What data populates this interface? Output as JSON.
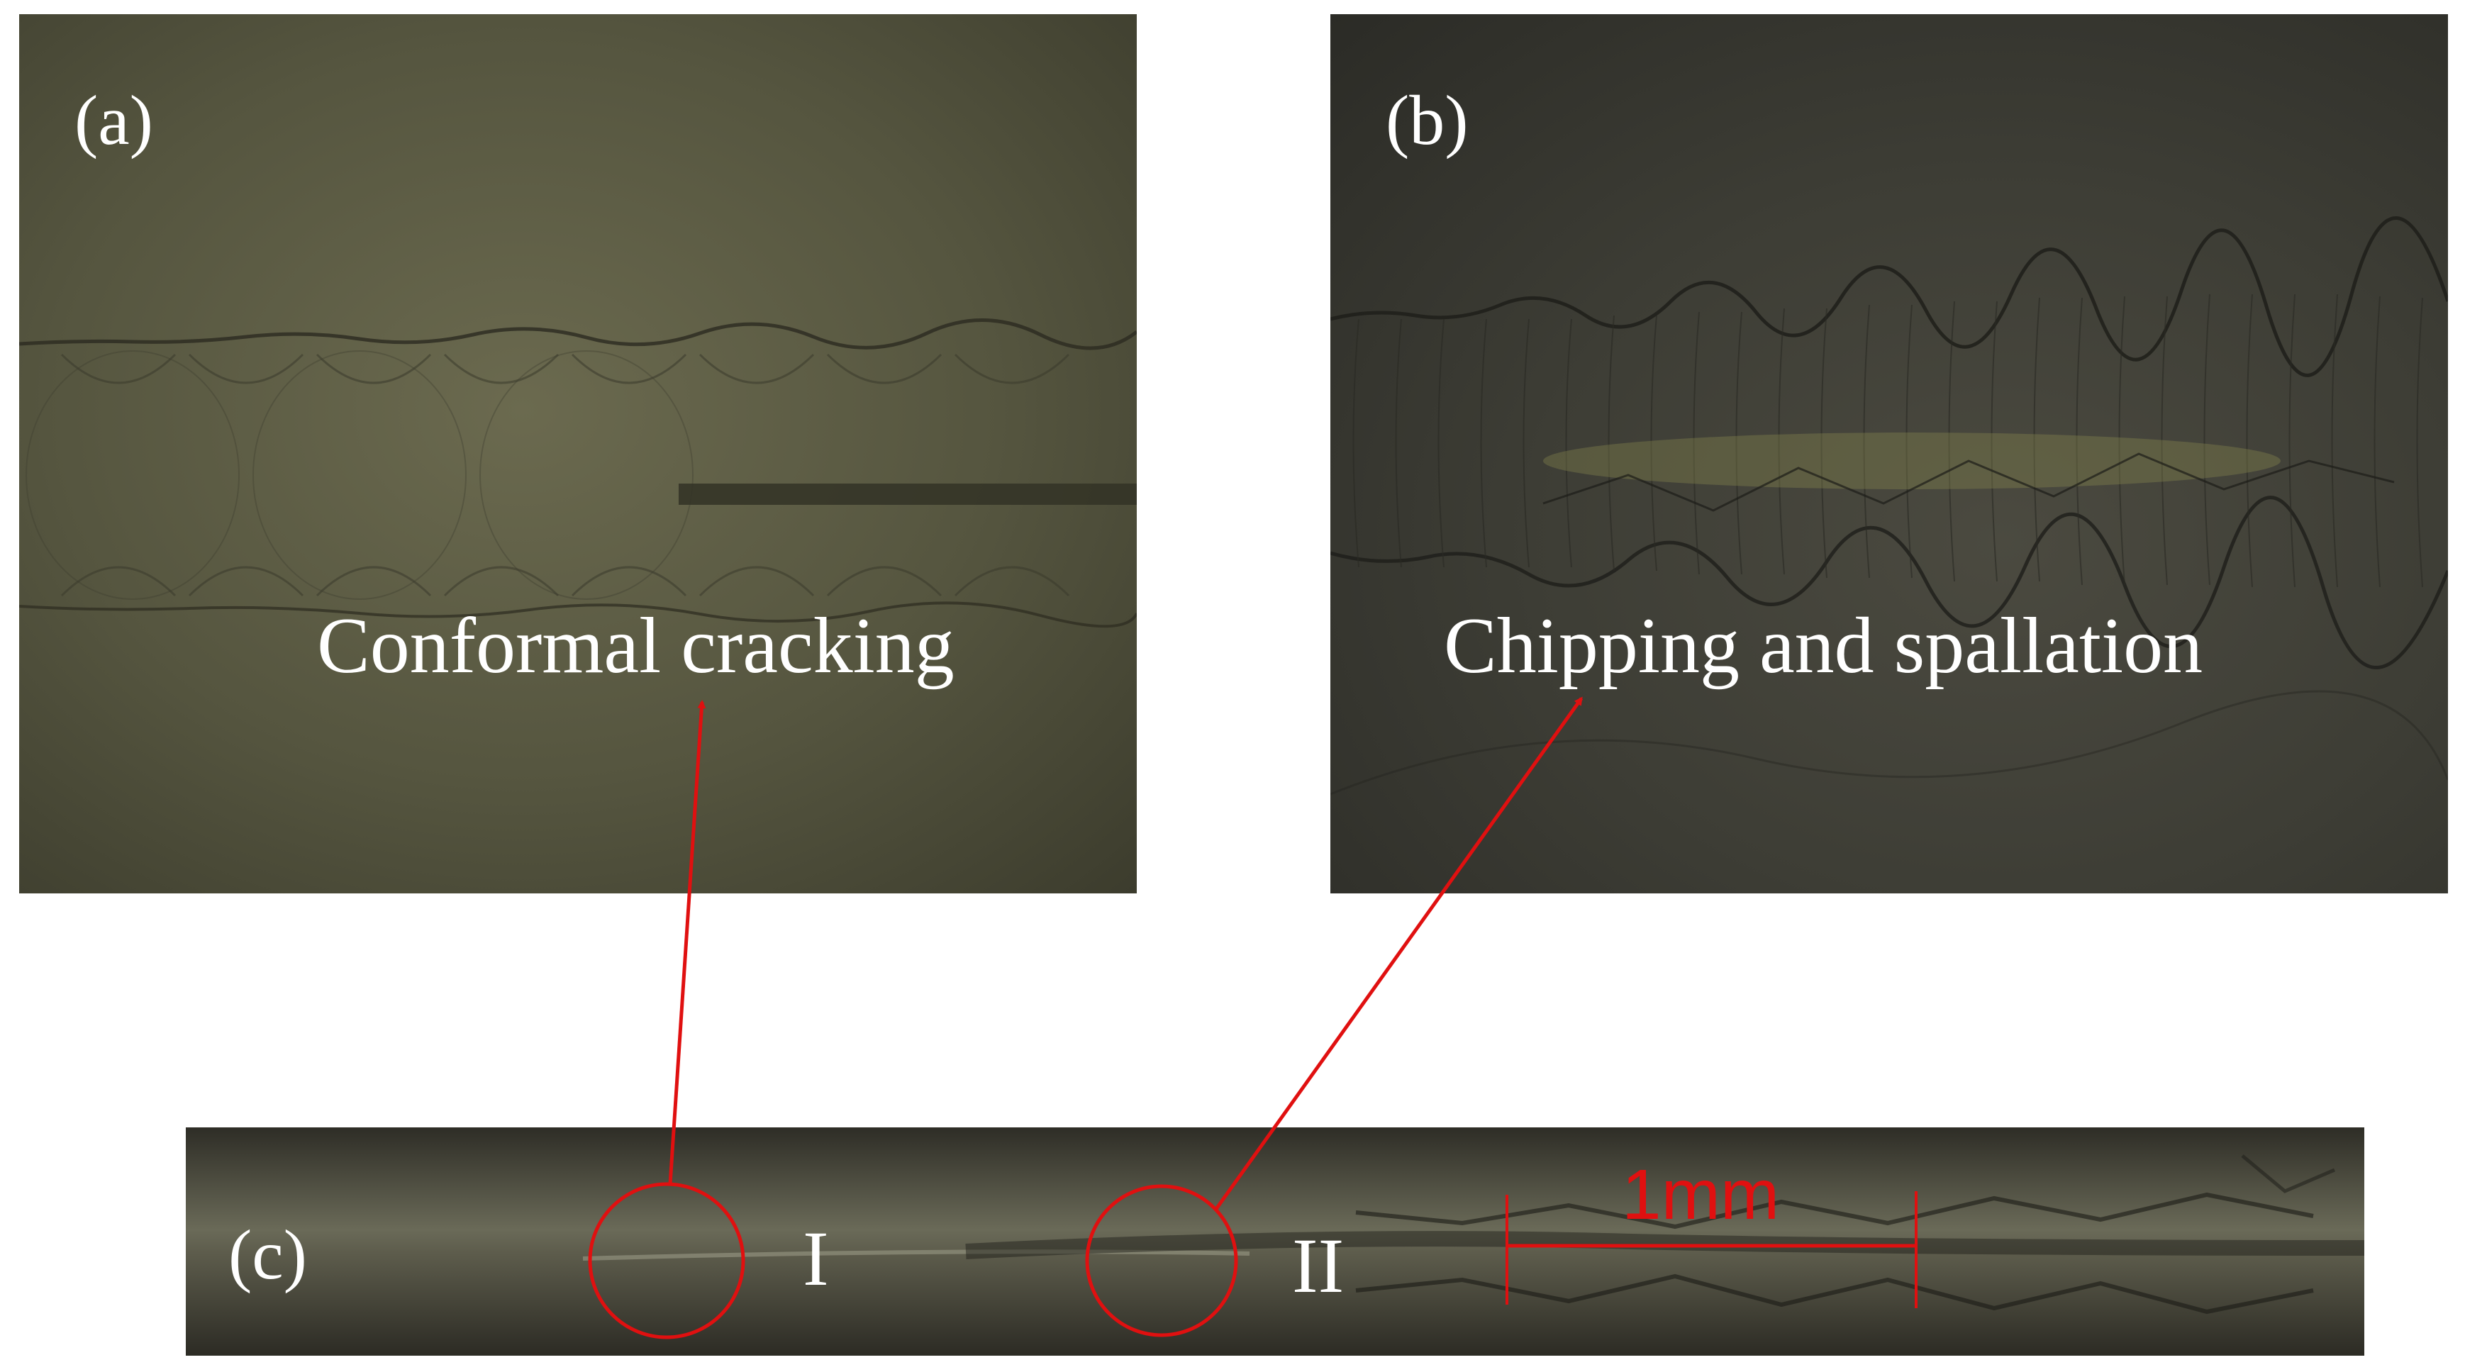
{
  "panels": {
    "a": {
      "letter": "(a)",
      "caption": "Conformal cracking"
    },
    "b": {
      "letter": "(b)",
      "caption": "Chipping and spallation"
    },
    "c": {
      "letter": "(c)",
      "region_1": "I",
      "region_2": "II",
      "scale_bar": "1mm"
    }
  },
  "colors": {
    "annotation": "#e01010",
    "text": "#ffffff"
  }
}
